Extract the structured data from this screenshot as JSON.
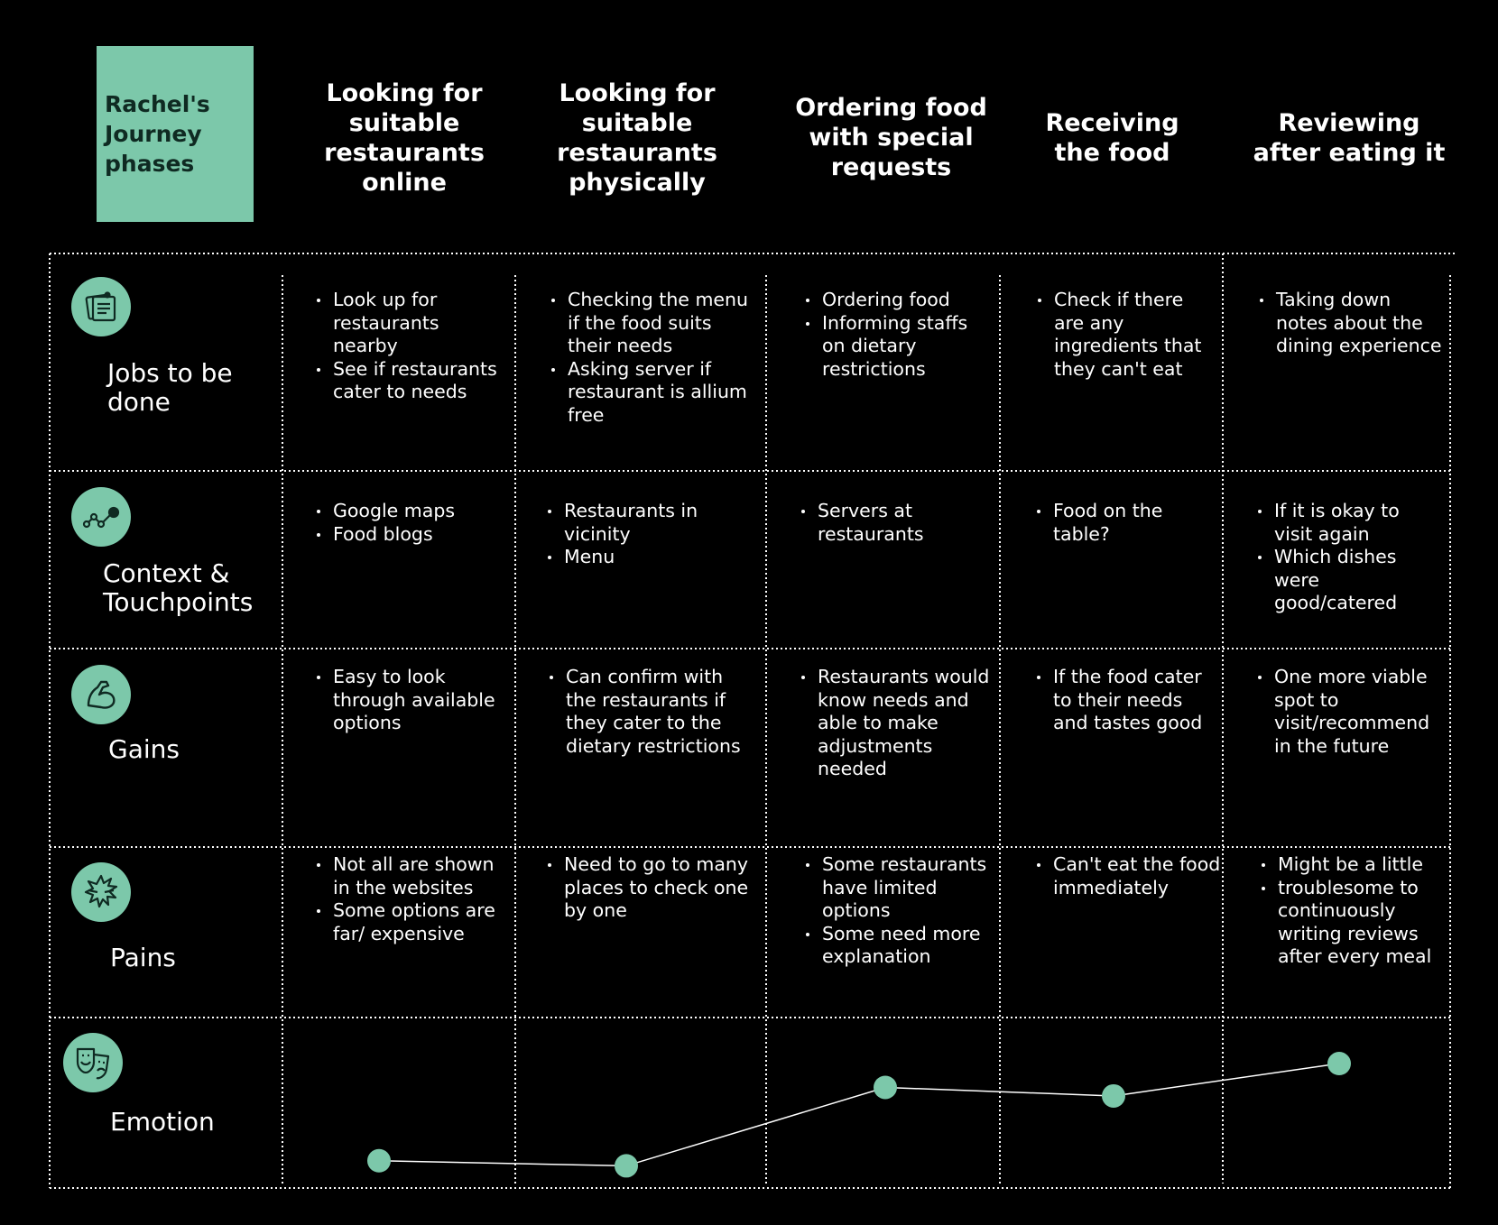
{
  "title": "Rachel's\nJourney\nphases",
  "phases": [
    "Looking for\nsuitable\nrestaurants\nonline",
    "Looking for\nsuitable\nrestaurants\nphysically",
    "Ordering food\nwith special\nrequests",
    "Receiving\nthe food",
    "Reviewing\nafter eating it"
  ],
  "rows": [
    {
      "label": "Jobs to be\ndone",
      "icon": "notes-icon",
      "cells": [
        [
          "Look up for restaurants nearby",
          "See if restaurants cater to needs"
        ],
        [
          "Checking the menu if the food suits their needs",
          "Asking server if restaurant is allium free"
        ],
        [
          "Ordering food",
          "Informing staffs on dietary restrictions"
        ],
        [
          "Check if there are any ingredients that they can't eat"
        ],
        [
          "Taking down notes about the dining experience"
        ]
      ]
    },
    {
      "label": "Context &\nTouchpoints",
      "icon": "line-graph-icon",
      "cells": [
        [
          "Google maps",
          "Food blogs"
        ],
        [
          "Restaurants in vicinity",
          "Menu"
        ],
        [
          "Servers at restaurants"
        ],
        [
          "Food on the table?"
        ],
        [
          "If it is okay to visit again",
          "Which dishes were good/catered"
        ]
      ]
    },
    {
      "label": "Gains",
      "icon": "flexed-arm-icon",
      "cells": [
        [
          "Easy to look through available options"
        ],
        [
          "Can confirm with the restaurants if they cater to the dietary restrictions"
        ],
        [
          "Restaurants would know needs and able to make adjustments needed"
        ],
        [
          "If the food cater to their needs and tastes good"
        ],
        [
          "One more viable spot to visit/recommend in the future"
        ]
      ]
    },
    {
      "label": "Pains",
      "icon": "broken-bone-icon",
      "cells": [
        [
          "Not all are shown in the websites",
          "Some options are far/ expensive"
        ],
        [
          "Need to go to many places to check one by one"
        ],
        [
          "Some restaurants have limited options",
          "Some need more explanation"
        ],
        [
          "Can't eat the food immediately"
        ],
        [
          "Might be a little",
          "troublesome to continuously writing reviews after every meal"
        ]
      ]
    }
  ],
  "emotion": {
    "label": "Emotion",
    "icon": "theater-masks-icon",
    "levels": [
      0.16,
      0.13,
      0.59,
      0.54,
      0.73
    ]
  },
  "colors": {
    "accent": "#7cc8aa",
    "background": "#000000",
    "text": "#ffffff",
    "title_text": "#0f2a22"
  }
}
